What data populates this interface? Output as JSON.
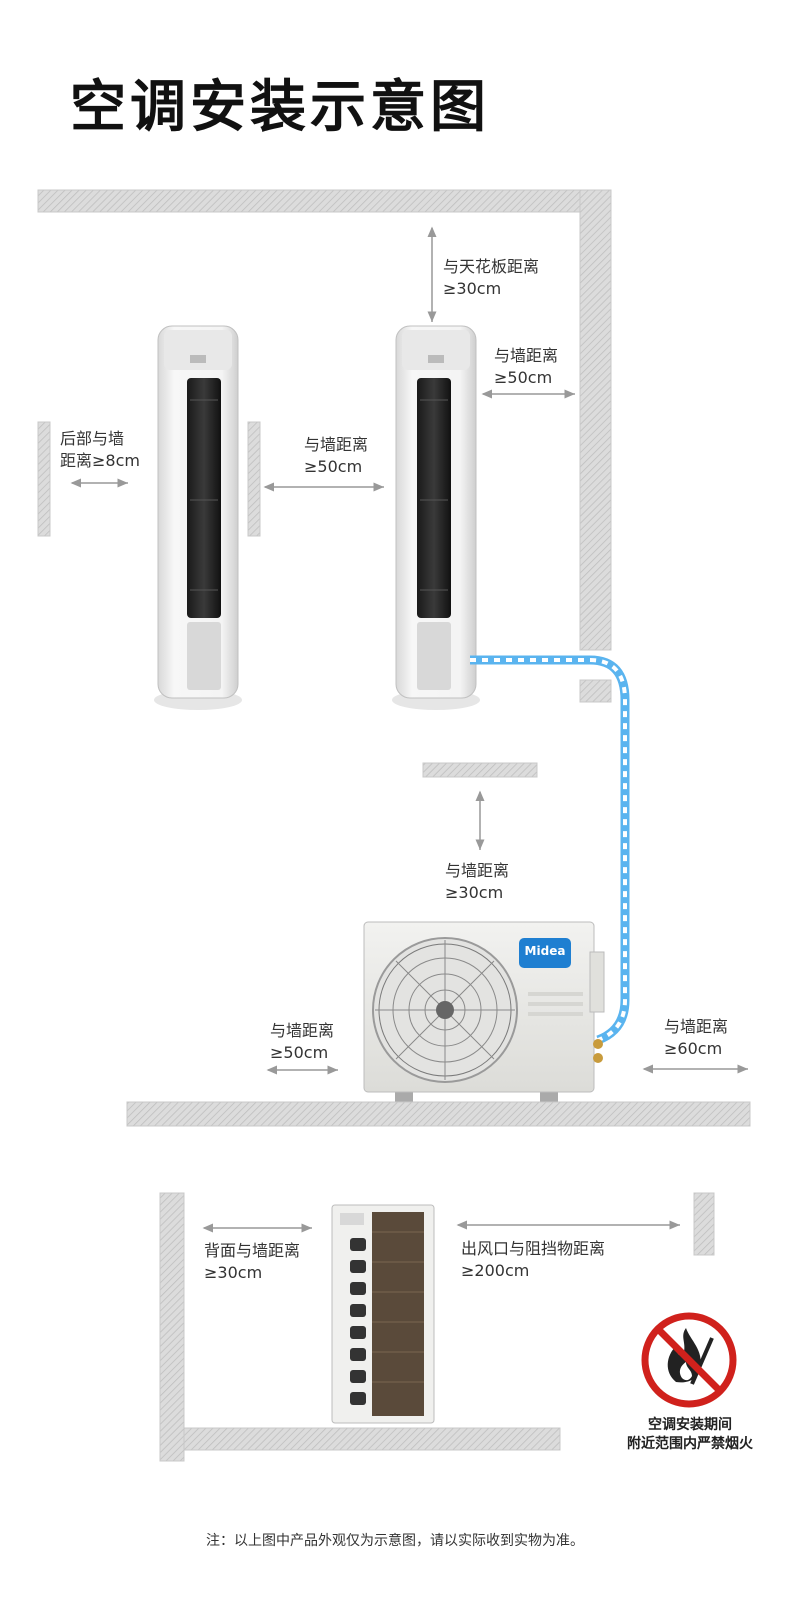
{
  "title": "空调安装示意图",
  "labels": {
    "ceiling": {
      "line1": "与天花板距离",
      "line2": "≥30cm"
    },
    "indoor_right_wall": {
      "line1": "与墙距离",
      "line2": "≥50cm"
    },
    "rear_wall": {
      "line1": "后部与墙",
      "line2": "距离≥8cm"
    },
    "between_units": {
      "line1": "与墙距离",
      "line2": "≥50cm"
    },
    "outdoor_top": {
      "line1": "与墙距离",
      "line2": "≥30cm"
    },
    "outdoor_left": {
      "line1": "与墙距离",
      "line2": "≥50cm"
    },
    "outdoor_right": {
      "line1": "与墙距离",
      "line2": "≥60cm"
    },
    "back_wall": {
      "line1": "背面与墙距离",
      "line2": "≥30cm"
    },
    "air_outlet": {
      "line1": "出风口与阻挡物距离",
      "line2": "≥200cm"
    }
  },
  "brand": "Midea",
  "warning": {
    "line1": "空调安装期间",
    "line2": "附近范围内严禁烟火"
  },
  "footnote": "注：以上图中产品外观仅为示意图，请以实际收到实物为准。",
  "colors": {
    "pipe": "#5ab4ef",
    "prohibit": "#d0211c",
    "wall": "#c8c8c8",
    "arrow": "#999999",
    "brand_badge": "#1f7fd1"
  }
}
